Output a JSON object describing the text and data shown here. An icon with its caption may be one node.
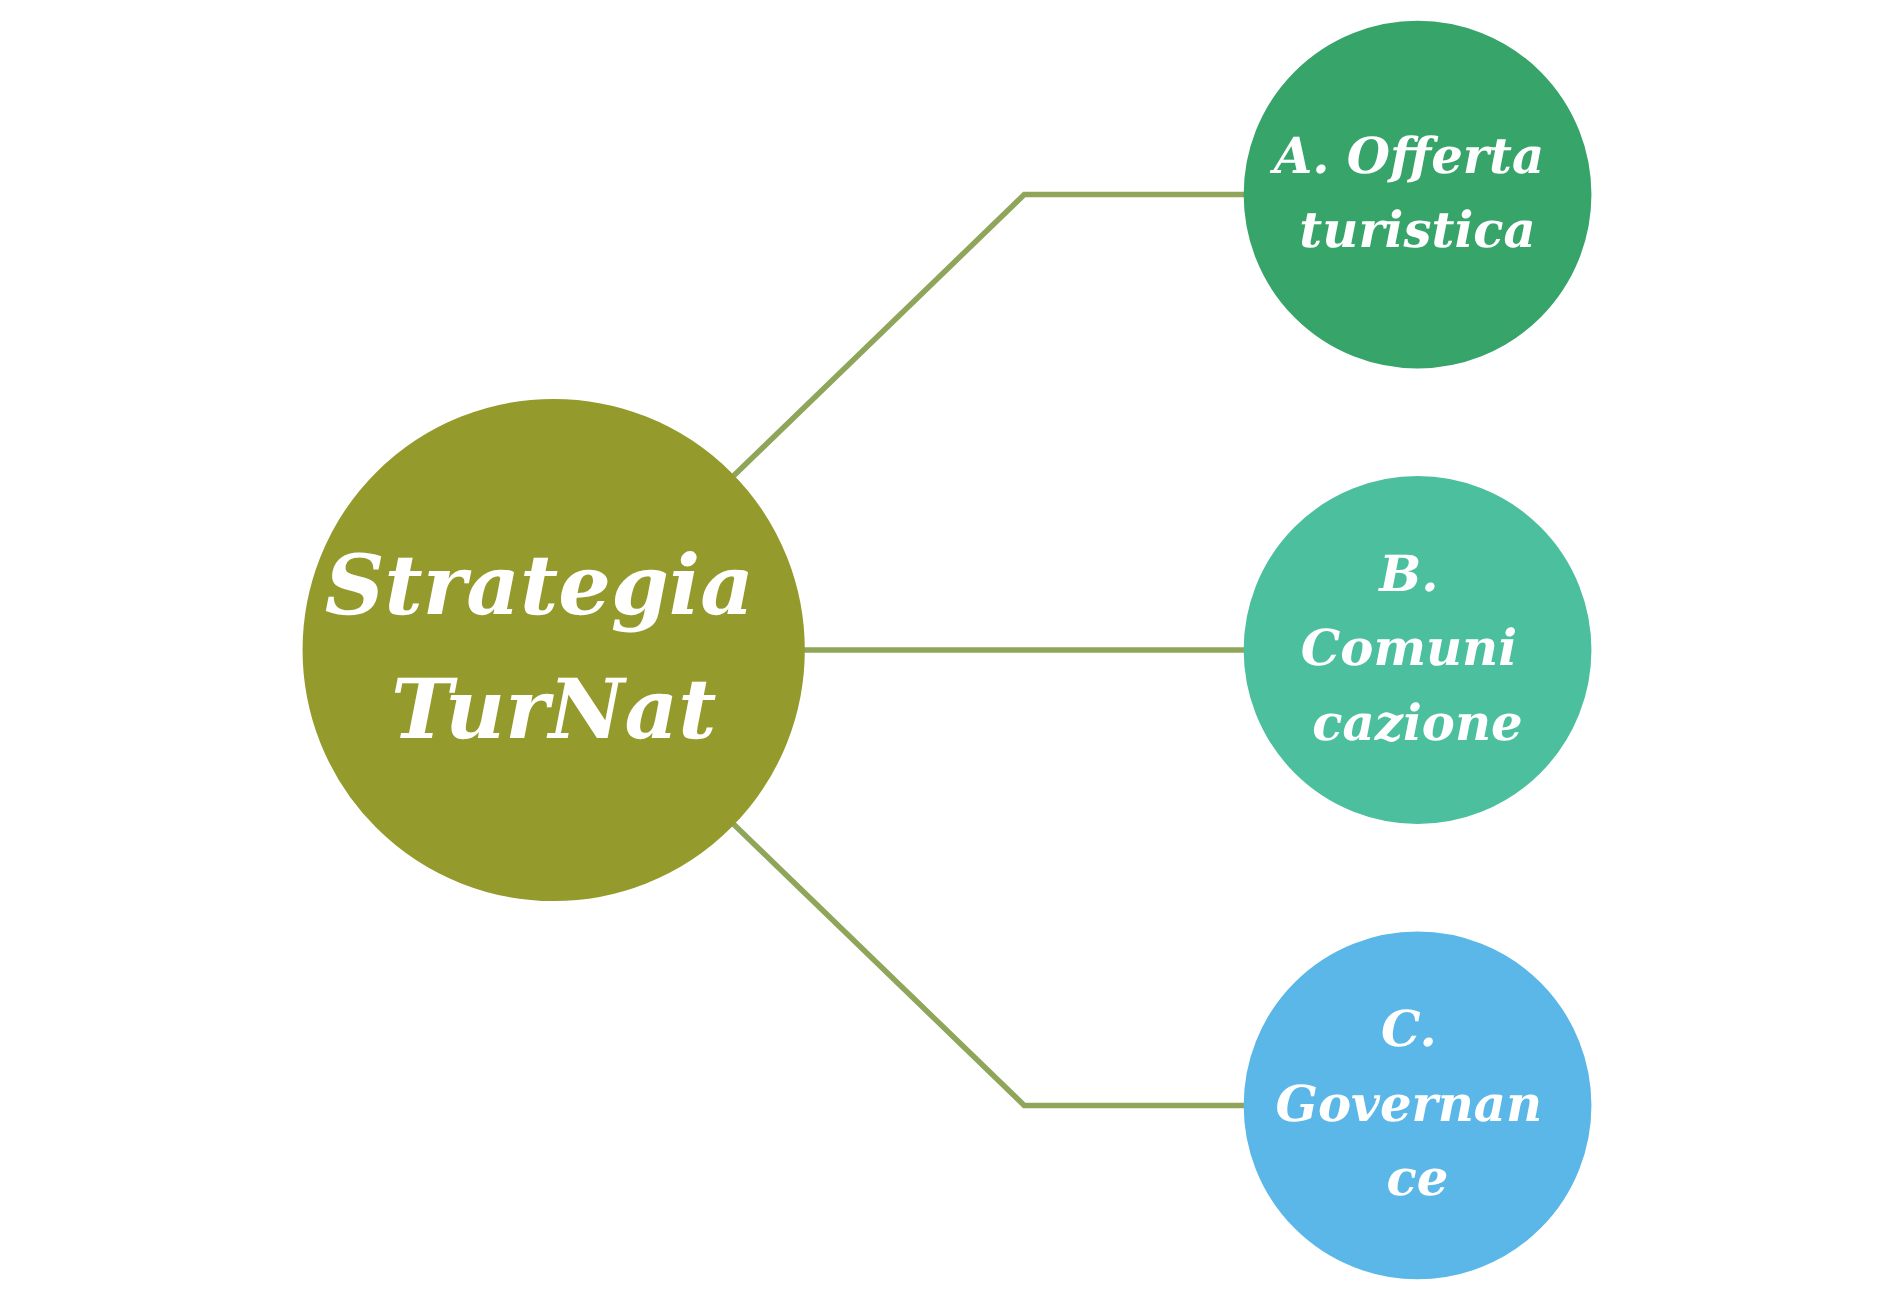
{
  "diagram": {
    "nodes": [
      {
        "text": [
          "Strategia TurNat"
        ]
      },
      {
        "text": [
          "A. Offerta turistica"
        ]
      },
      {
        "text": [
          "B. Comuni cazione"
        ]
      },
      {
        "text": [
          "C. Governan ce"
        ]
      }
    ],
    "edges": [
      {
        "from": 0,
        "to": 1,
        "arrow": "none"
      },
      {
        "from": 0,
        "to": 2,
        "arrow": "none"
      },
      {
        "from": 0,
        "to": 3,
        "arrow": "none"
      }
    ]
  }
}
